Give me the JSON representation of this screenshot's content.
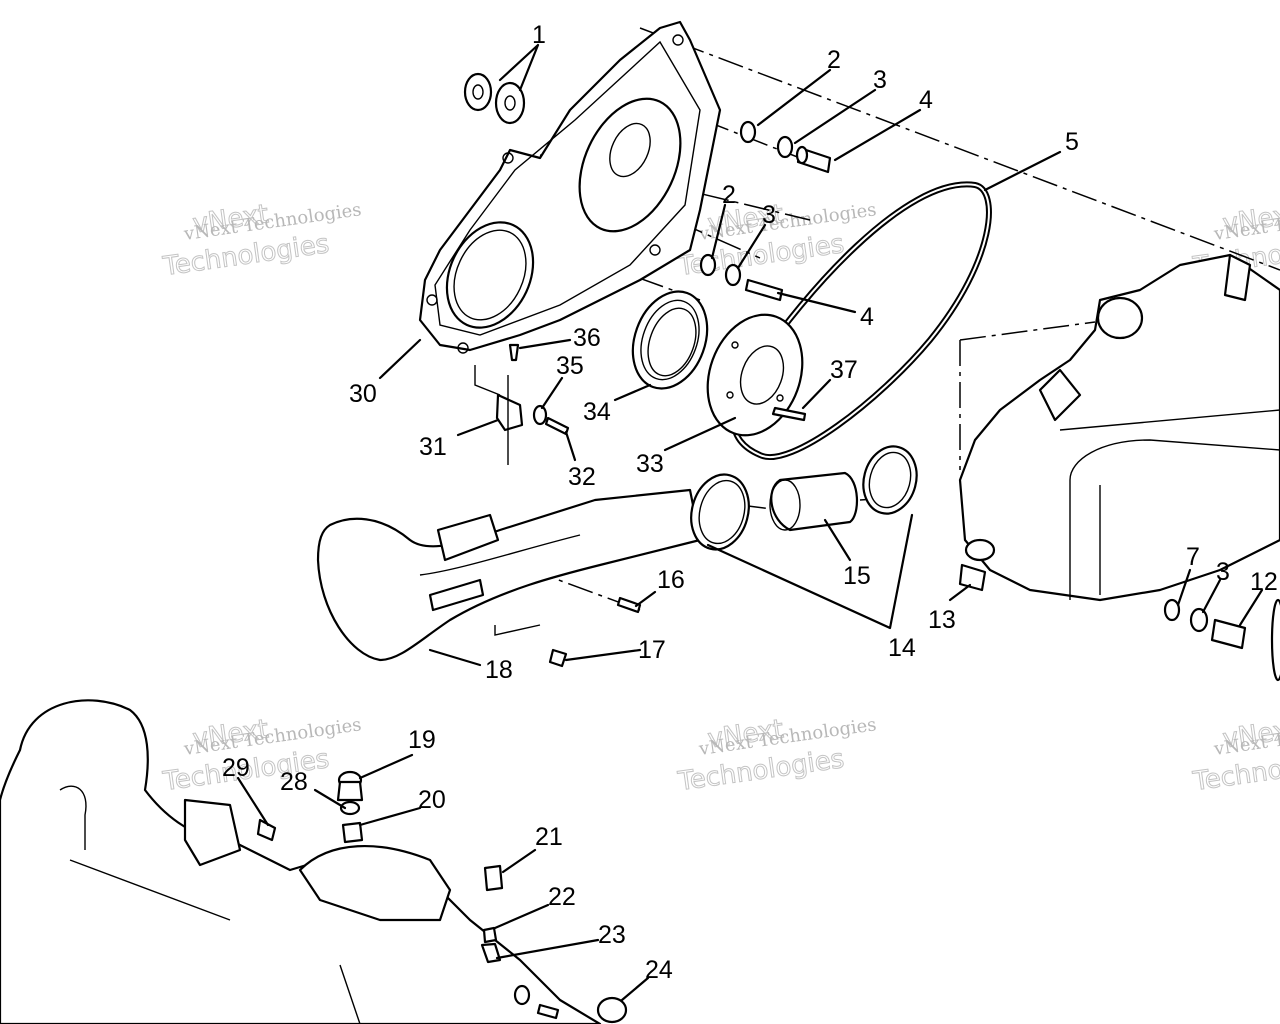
{
  "watermark": {
    "company": "vNext Technologies",
    "brand_top": "vNext",
    "brand_bottom": "Technologies"
  },
  "callouts": [
    "1",
    "2",
    "3",
    "4",
    "5",
    "2",
    "3",
    "4",
    "36",
    "35",
    "30",
    "31",
    "32",
    "34",
    "33",
    "37",
    "16",
    "17",
    "18",
    "15",
    "14",
    "13",
    "7",
    "3",
    "12",
    "19",
    "29",
    "28",
    "20",
    "21",
    "22",
    "23",
    "24"
  ]
}
